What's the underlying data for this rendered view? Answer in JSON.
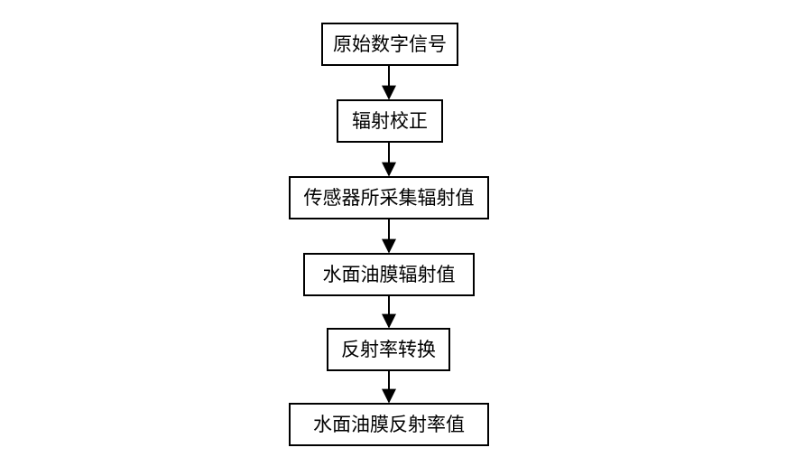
{
  "flowchart": {
    "nodes": [
      {
        "id": "n1",
        "label": "原始数字信号"
      },
      {
        "id": "n2",
        "label": "辐射校正"
      },
      {
        "id": "n3",
        "label": "传感器所采集辐射值"
      },
      {
        "id": "n4",
        "label": "水面油膜辐射值"
      },
      {
        "id": "n5",
        "label": "反射率转换"
      },
      {
        "id": "n6",
        "label": "水面油膜反射率值"
      }
    ],
    "edges": [
      {
        "from": "n1",
        "to": "n2"
      },
      {
        "from": "n2",
        "to": "n3"
      },
      {
        "from": "n3",
        "to": "n4"
      },
      {
        "from": "n4",
        "to": "n5"
      },
      {
        "from": "n5",
        "to": "n6"
      }
    ]
  }
}
